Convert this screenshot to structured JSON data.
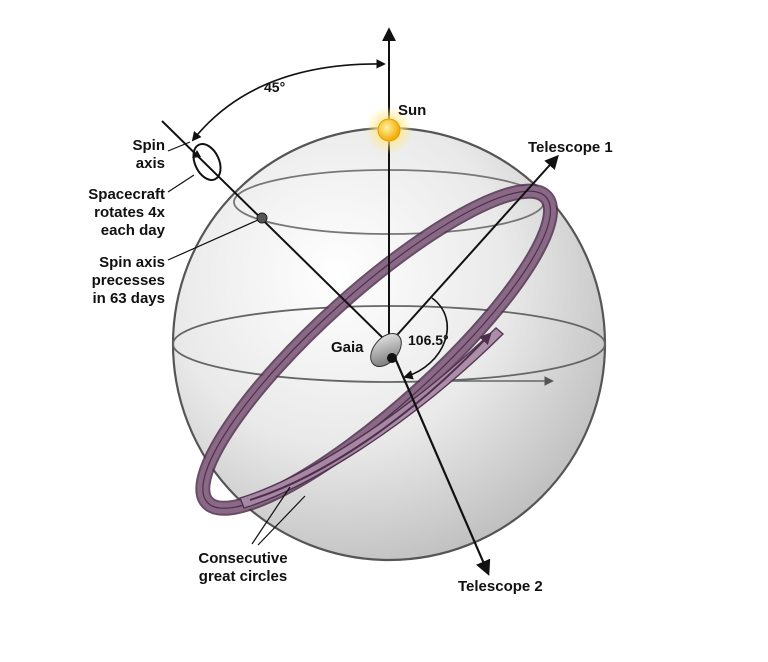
{
  "labels": {
    "angle_45": "45°",
    "sun": "Sun",
    "telescope_1": "Telescope 1",
    "telescope_2": "Telescope 2",
    "spin_axis": [
      "Spin",
      "axis"
    ],
    "rotates": [
      "Spacecraft",
      "rotates 4x",
      "each day"
    ],
    "precesses": [
      "Spin axis",
      "precesses",
      "in 63 days"
    ],
    "gaia": "Gaia",
    "angle_106": "106.5°",
    "great_circles": [
      "Consecutive",
      "great circles"
    ]
  },
  "colors": {
    "band_fill": "#7a5878",
    "band_edge": "#4d2f4b",
    "sphere_edge": "#555555",
    "line": "#111111",
    "sun_core": "#f5b700",
    "sun_glow": "#ffe98a"
  }
}
